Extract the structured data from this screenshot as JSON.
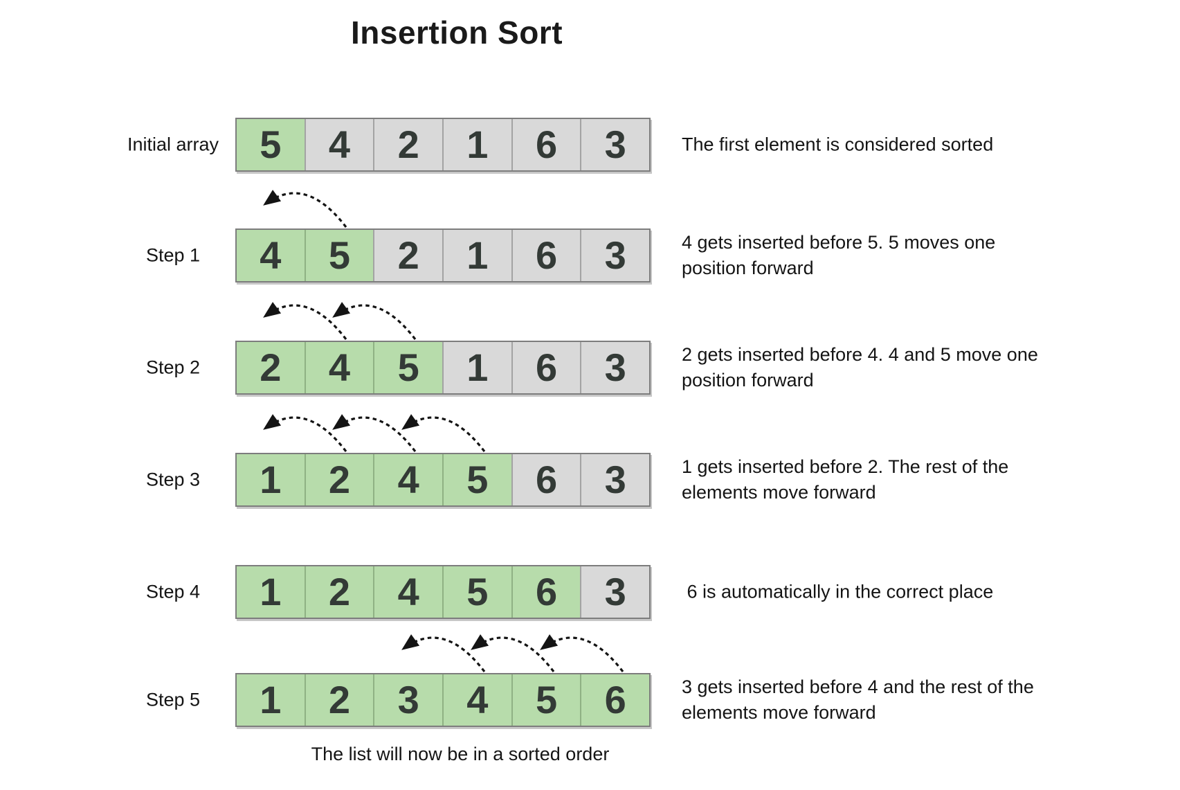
{
  "title": "Insertion Sort",
  "footer": "The list will now be in a sorted order",
  "colors": {
    "sorted_cell": "#b7dcab",
    "unsorted_cell": "#d9d9d9",
    "arrow": "#141414"
  },
  "rows": [
    {
      "label": "Initial array",
      "cells": [
        {
          "value": "5",
          "sorted": true
        },
        {
          "value": "4",
          "sorted": false
        },
        {
          "value": "2",
          "sorted": false
        },
        {
          "value": "1",
          "sorted": false
        },
        {
          "value": "6",
          "sorted": false
        },
        {
          "value": "3",
          "sorted": false
        }
      ],
      "description_lines": [
        "The first element is considered sorted"
      ],
      "hops": []
    },
    {
      "label": "Step 1",
      "cells": [
        {
          "value": "4",
          "sorted": true
        },
        {
          "value": "5",
          "sorted": true
        },
        {
          "value": "2",
          "sorted": false
        },
        {
          "value": "1",
          "sorted": false
        },
        {
          "value": "6",
          "sorted": false
        },
        {
          "value": "3",
          "sorted": false
        }
      ],
      "description_lines": [
        "4 gets inserted before 5. 5 moves one",
        "position forward"
      ],
      "hops": [
        [
          2,
          1
        ]
      ]
    },
    {
      "label": "Step 2",
      "cells": [
        {
          "value": "2",
          "sorted": true
        },
        {
          "value": "4",
          "sorted": true
        },
        {
          "value": "5",
          "sorted": true
        },
        {
          "value": "1",
          "sorted": false
        },
        {
          "value": "6",
          "sorted": false
        },
        {
          "value": "3",
          "sorted": false
        }
      ],
      "description_lines": [
        "2 gets inserted before 4. 4 and 5 move one",
        "position forward"
      ],
      "hops": [
        [
          2,
          1
        ],
        [
          3,
          2
        ]
      ]
    },
    {
      "label": "Step 3",
      "cells": [
        {
          "value": "1",
          "sorted": true
        },
        {
          "value": "2",
          "sorted": true
        },
        {
          "value": "4",
          "sorted": true
        },
        {
          "value": "5",
          "sorted": true
        },
        {
          "value": "6",
          "sorted": false
        },
        {
          "value": "3",
          "sorted": false
        }
      ],
      "description_lines": [
        "1 gets inserted before 2. The rest of the",
        "elements move forward"
      ],
      "hops": [
        [
          2,
          1
        ],
        [
          3,
          2
        ],
        [
          4,
          3
        ]
      ]
    },
    {
      "label": "Step 4",
      "cells": [
        {
          "value": "1",
          "sorted": true
        },
        {
          "value": "2",
          "sorted": true
        },
        {
          "value": "4",
          "sorted": true
        },
        {
          "value": "5",
          "sorted": true
        },
        {
          "value": "6",
          "sorted": true
        },
        {
          "value": "3",
          "sorted": false
        }
      ],
      "description_lines": [
        " 6 is automatically in the correct place"
      ],
      "hops": []
    },
    {
      "label": "Step 5",
      "cells": [
        {
          "value": "1",
          "sorted": true
        },
        {
          "value": "2",
          "sorted": true
        },
        {
          "value": "3",
          "sorted": true
        },
        {
          "value": "4",
          "sorted": true
        },
        {
          "value": "5",
          "sorted": true
        },
        {
          "value": "6",
          "sorted": true
        }
      ],
      "description_lines": [
        "3 gets inserted before 4 and the rest of the",
        "elements move forward"
      ],
      "hops": [
        [
          4,
          3
        ],
        [
          5,
          4
        ],
        [
          6,
          5
        ]
      ]
    }
  ]
}
